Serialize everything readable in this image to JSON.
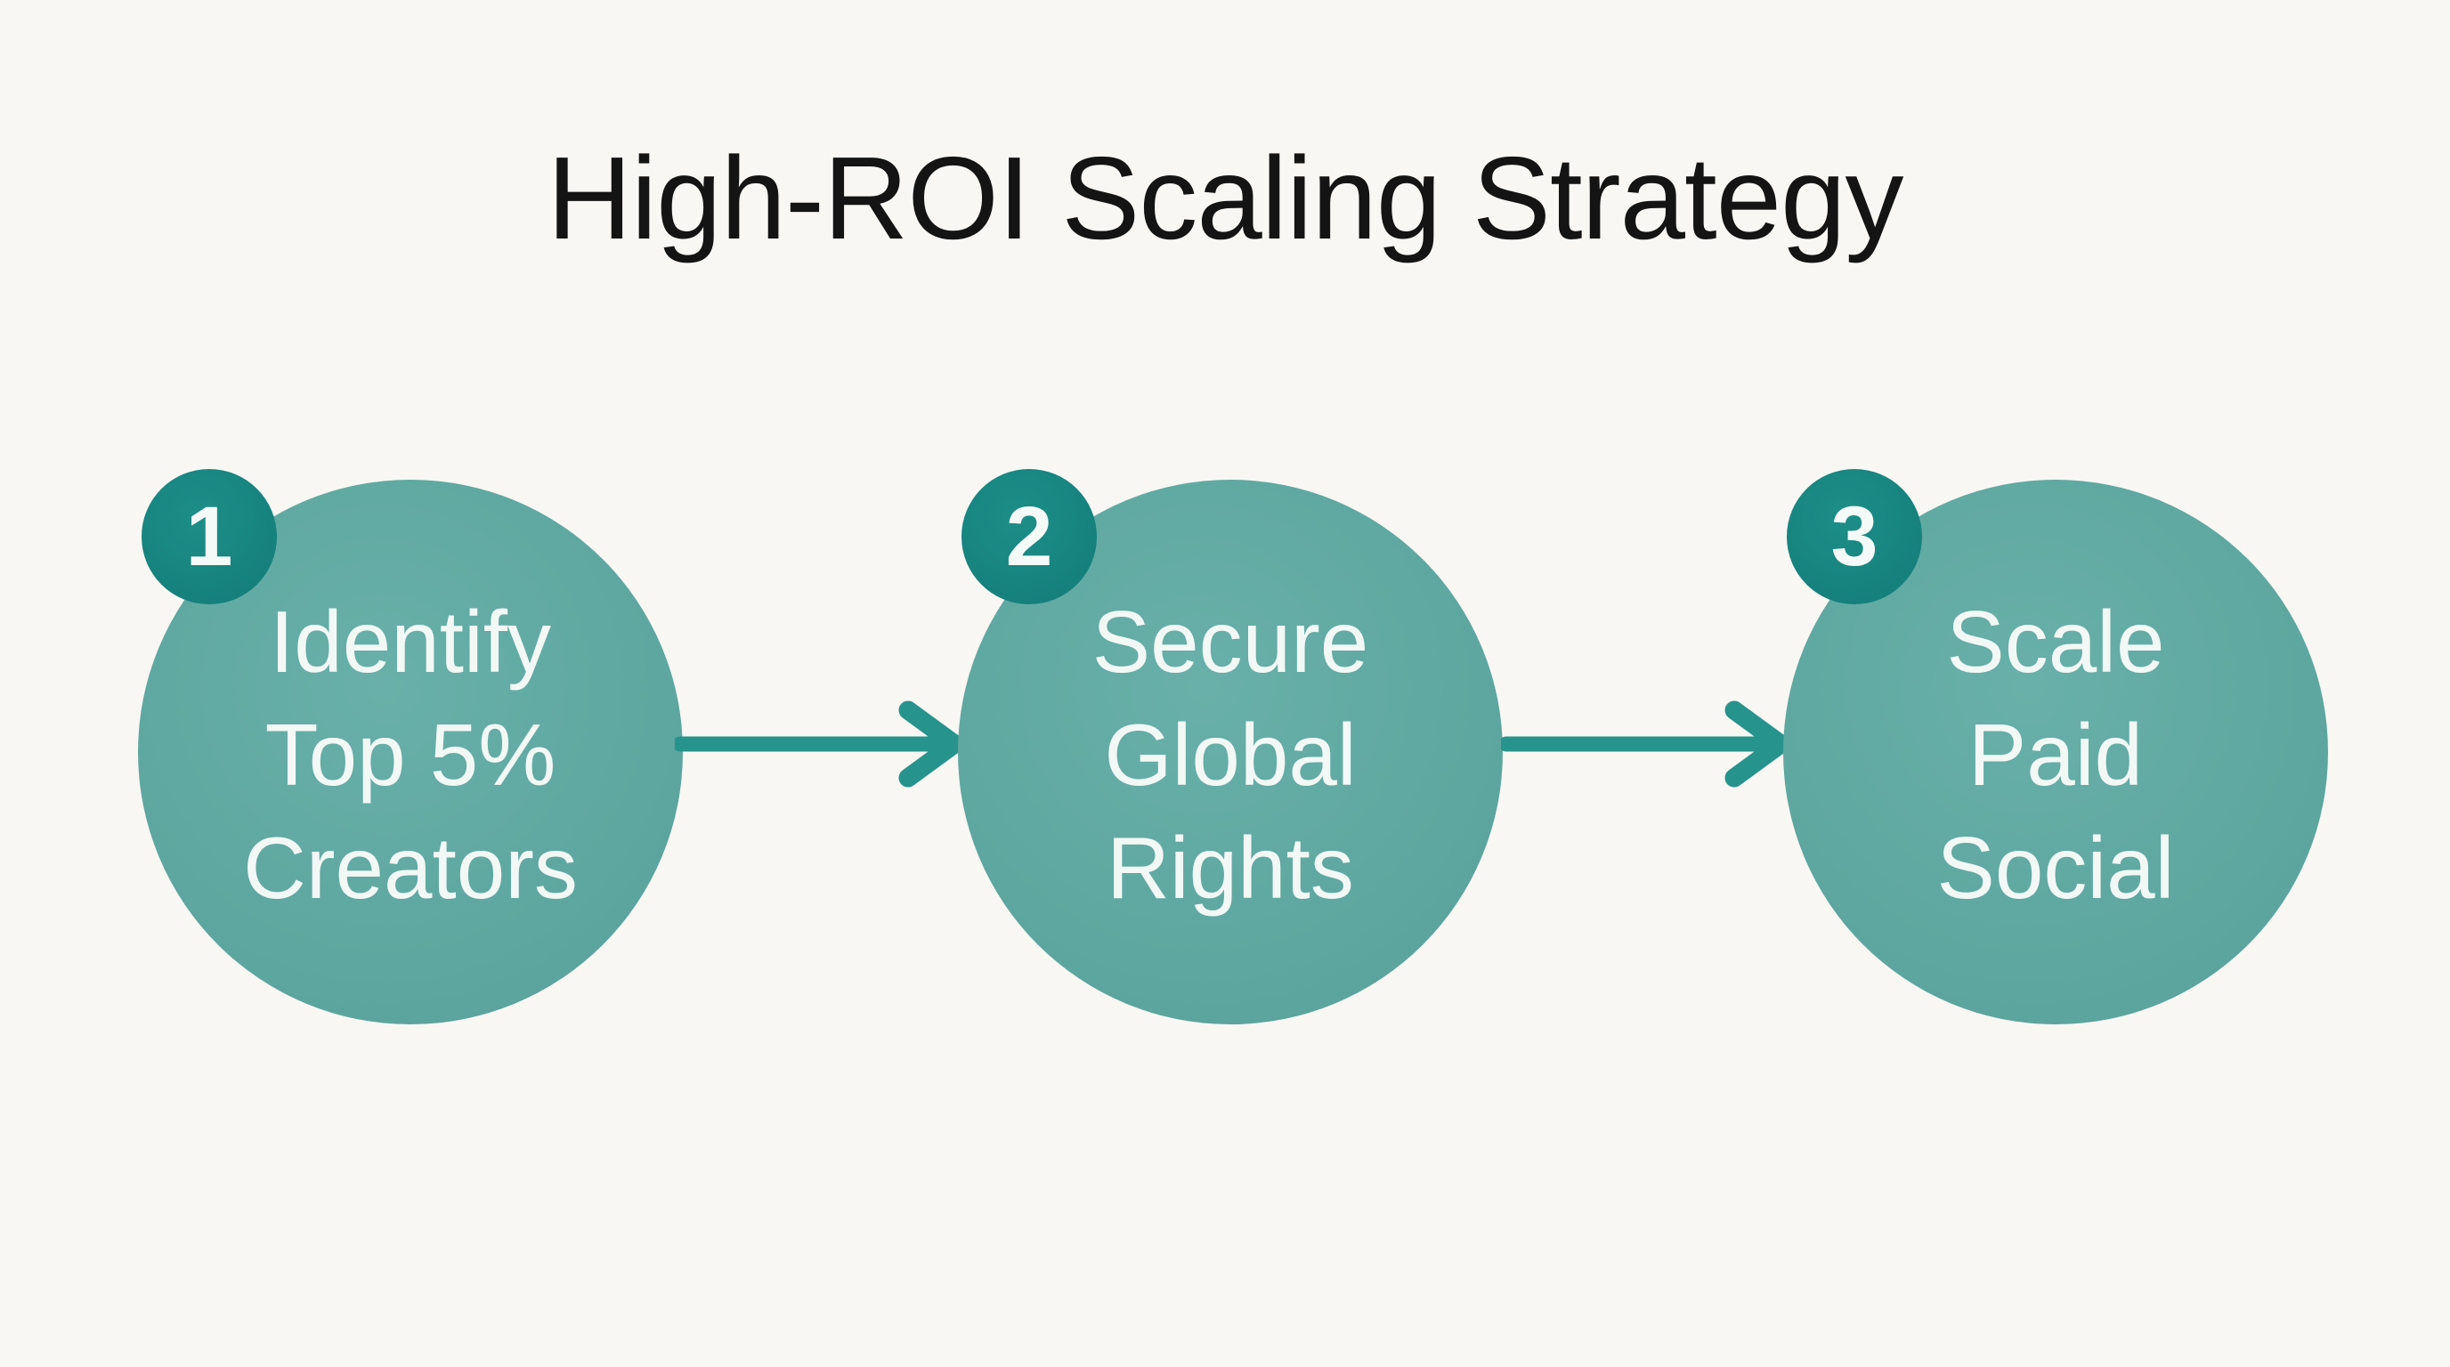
{
  "title": "High-ROI Scaling Strategy",
  "diagram": {
    "type": "process-flow",
    "steps": [
      {
        "number": "1",
        "label": "Identify Top 5% Creators",
        "lines": [
          "Identify",
          "Top 5%",
          "Creators"
        ]
      },
      {
        "number": "2",
        "label": "Secure Global Rights",
        "lines": [
          "Secure",
          "Global",
          "Rights"
        ]
      },
      {
        "number": "3",
        "label": "Scale Paid Social",
        "lines": [
          "Scale",
          "Paid",
          "Social"
        ]
      }
    ],
    "connectors": [
      {
        "from": "1",
        "to": "2",
        "type": "arrow-right"
      },
      {
        "from": "2",
        "to": "3",
        "type": "arrow-right"
      }
    ]
  },
  "colors": {
    "background": "#f8f7f4",
    "circle_fill": "#5fa8a1",
    "badge_fill": "#17837f",
    "arrow": "#27938d",
    "title_text": "#141414",
    "circle_text": "#f2f8f6"
  }
}
